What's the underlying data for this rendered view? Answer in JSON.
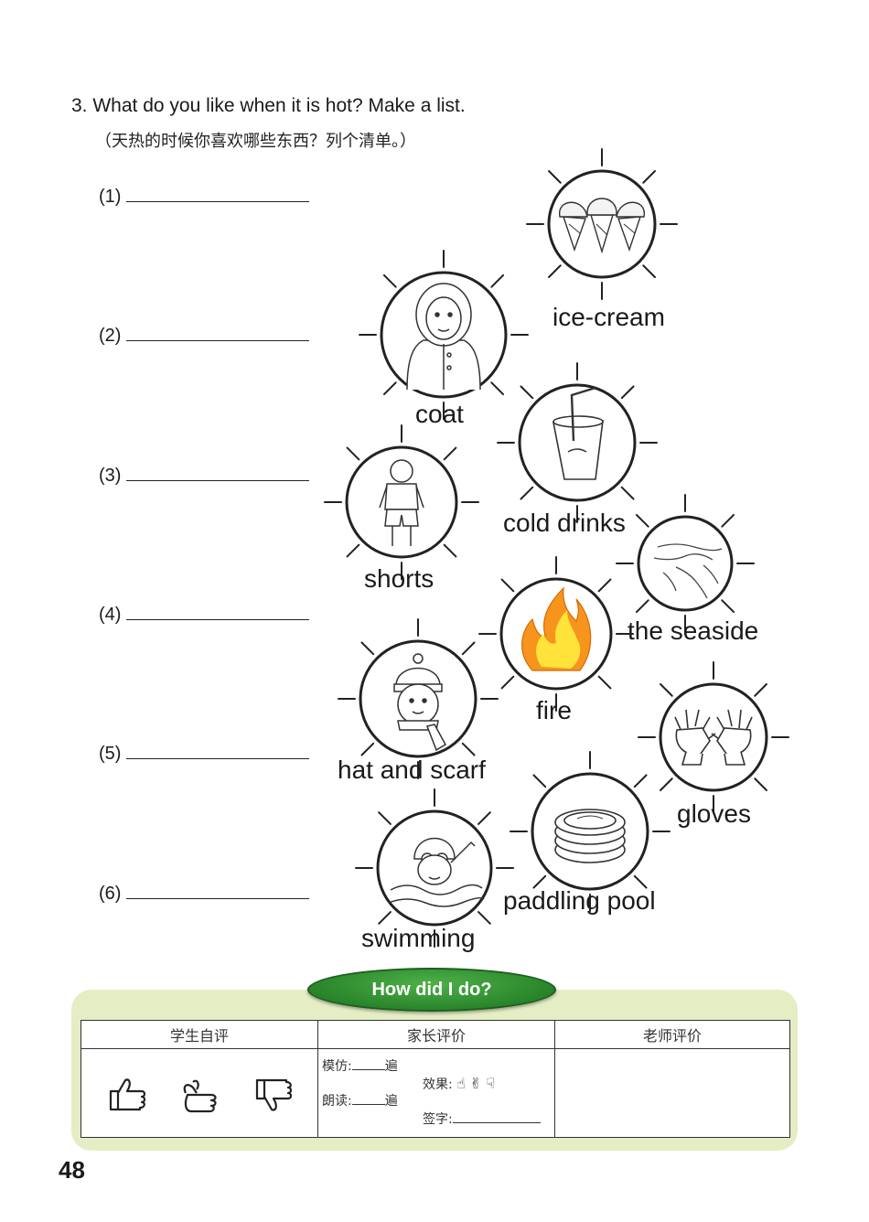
{
  "question": {
    "title": "3. What do you like when it is hot? Make a list.",
    "subtitle": "（天热的时候你喜欢哪些东西？列个清单。）"
  },
  "answers": [
    "(1)",
    "(2)",
    "(3)",
    "(4)",
    "(5)",
    "(6)"
  ],
  "items": {
    "ice_cream": "ice-cream",
    "coat": "coat",
    "cold_drinks": "cold drinks",
    "shorts": "shorts",
    "seaside": "the seaside",
    "fire": "fire",
    "hat_scarf": "hat and scarf",
    "gloves": "gloves",
    "paddling_pool": "paddling pool",
    "swimming": "swimming"
  },
  "evaluation": {
    "badge": "How did I do?",
    "headers": [
      "学生自评",
      "家长评价",
      "老师评价"
    ],
    "imitate_label": "模仿:",
    "read_label": "朗读:",
    "times_unit": "遍",
    "effect_label": "效果:",
    "sign_label": "签字:"
  },
  "page_number": "48",
  "colors": {
    "panel": "#e4edc4",
    "badge": "#2e8b2e",
    "fire_outer": "#f7941d",
    "fire_inner": "#ffe23a"
  },
  "icons": [
    "thumbs-up-icon",
    "ok-hand-icon",
    "thumbs-down-icon"
  ]
}
